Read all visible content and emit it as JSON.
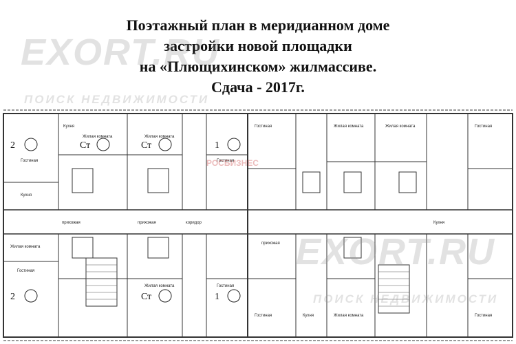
{
  "title": {
    "line1": "Поэтажный план в меридианном доме",
    "line2": "застройки новой площадки",
    "line3": "на «Плющихинском» жилмассиве.",
    "line4": "Сдача - 2017г."
  },
  "watermark": {
    "logo": "EXORT.RU",
    "subtitle": "ПОИСК НЕДВИЖИМОСТИ",
    "center_logo": "РОСБИЗНЕС"
  },
  "apartments": [
    {
      "rooms": "2",
      "label": "Гостиная"
    },
    {
      "rooms": "Ст",
      "label": "Жилая комната"
    },
    {
      "rooms": "Ст",
      "label": "Жилая комната"
    },
    {
      "rooms": "1",
      "label": "Гостиная"
    },
    {
      "rooms": "2",
      "label": "Гостиная"
    },
    {
      "rooms": "Ст",
      "label": "Жилая комната"
    },
    {
      "rooms": "1",
      "label": "Гостиная"
    }
  ],
  "room_labels": {
    "kitchen": "Кухня",
    "living": "Жилая комната",
    "hall": "прихожая",
    "guest": "Гостиная",
    "corridor": "коридор"
  }
}
